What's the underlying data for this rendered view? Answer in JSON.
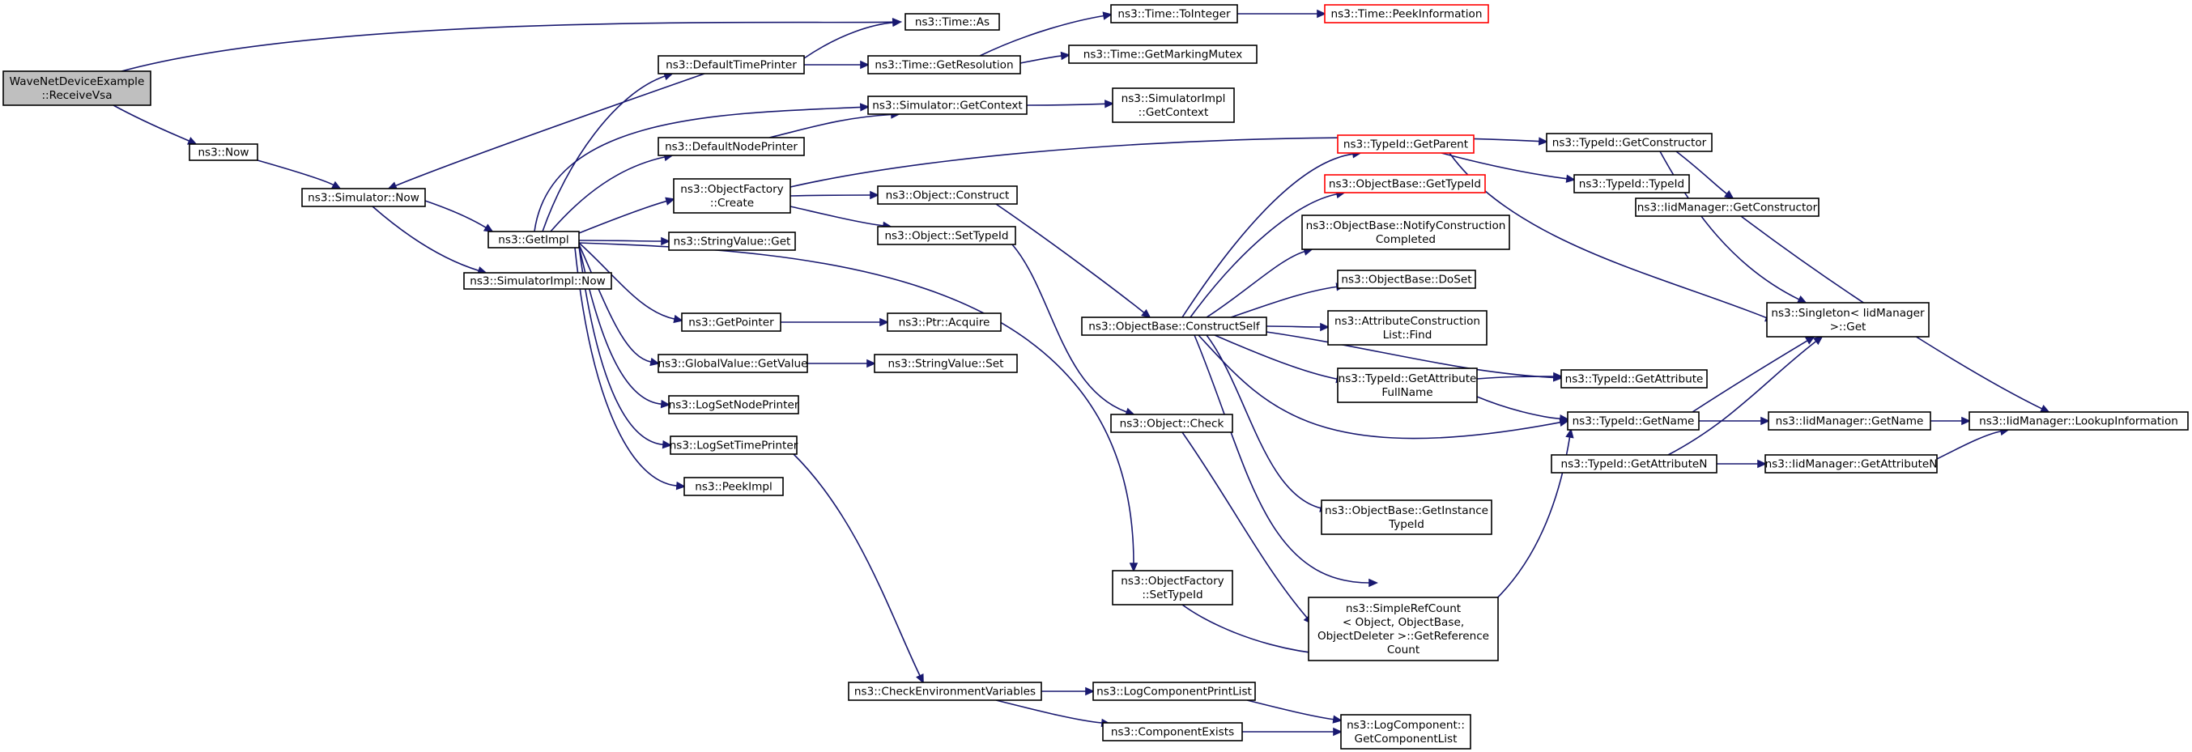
{
  "nodes": [
    {
      "id": "n0",
      "lines": [
        "WaveNetDeviceExample",
        "::ReceiveVsa"
      ],
      "style": "root"
    },
    {
      "id": "n1",
      "lines": [
        "ns3::Time::As"
      ]
    },
    {
      "id": "n2",
      "lines": [
        "ns3::Now"
      ]
    },
    {
      "id": "n3",
      "lines": [
        "ns3::Simulator::Now"
      ]
    },
    {
      "id": "n4",
      "lines": [
        "ns3::GetImpl"
      ]
    },
    {
      "id": "n5",
      "lines": [
        "ns3::SimulatorImpl::Now"
      ]
    },
    {
      "id": "n6",
      "lines": [
        "ns3::DefaultTimePrinter"
      ]
    },
    {
      "id": "n7",
      "lines": [
        "ns3::DefaultNodePrinter"
      ]
    },
    {
      "id": "n8",
      "lines": [
        "ns3::ObjectFactory",
        "::Create"
      ]
    },
    {
      "id": "n9",
      "lines": [
        "ns3::StringValue::Get"
      ]
    },
    {
      "id": "n10",
      "lines": [
        "ns3::GetPointer"
      ]
    },
    {
      "id": "n11",
      "lines": [
        "ns3::GlobalValue::GetValue"
      ]
    },
    {
      "id": "n12",
      "lines": [
        "ns3::LogSetNodePrinter"
      ]
    },
    {
      "id": "n13",
      "lines": [
        "ns3::LogSetTimePrinter"
      ]
    },
    {
      "id": "n14",
      "lines": [
        "ns3::PeekImpl"
      ]
    },
    {
      "id": "n15",
      "lines": [
        "ns3::Time::GetResolution"
      ]
    },
    {
      "id": "n16",
      "lines": [
        "ns3::Simulator::GetContext"
      ]
    },
    {
      "id": "n17",
      "lines": [
        "ns3::Object::Construct"
      ]
    },
    {
      "id": "n18",
      "lines": [
        "ns3::Object::SetTypeId"
      ]
    },
    {
      "id": "n19",
      "lines": [
        "ns3::Ptr::Acquire"
      ]
    },
    {
      "id": "n20",
      "lines": [
        "ns3::StringValue::Set"
      ]
    },
    {
      "id": "n21",
      "lines": [
        "ns3::CheckEnvironmentVariables"
      ]
    },
    {
      "id": "n22",
      "lines": [
        "ns3::Time::ToInteger"
      ]
    },
    {
      "id": "n23",
      "lines": [
        "ns3::Time::GetMarkingMutex"
      ]
    },
    {
      "id": "n24",
      "lines": [
        "ns3::SimulatorImpl",
        "::GetContext"
      ]
    },
    {
      "id": "n25",
      "lines": [
        "ns3::ObjectBase::ConstructSelf"
      ]
    },
    {
      "id": "n26",
      "lines": [
        "ns3::Object::Check"
      ]
    },
    {
      "id": "n27",
      "lines": [
        "ns3::ObjectFactory",
        "::SetTypeId"
      ]
    },
    {
      "id": "n28",
      "lines": [
        "ns3::LogComponentPrintList"
      ]
    },
    {
      "id": "n29",
      "lines": [
        "ns3::ComponentExists"
      ]
    },
    {
      "id": "n30",
      "lines": [
        "ns3::Time::PeekInformation"
      ],
      "style": "red"
    },
    {
      "id": "n31",
      "lines": [
        "ns3::TypeId::GetParent"
      ],
      "style": "red"
    },
    {
      "id": "n32",
      "lines": [
        "ns3::ObjectBase::GetTypeId"
      ],
      "style": "red"
    },
    {
      "id": "n33",
      "lines": [
        "ns3::ObjectBase::NotifyConstruction",
        "Completed"
      ]
    },
    {
      "id": "n34",
      "lines": [
        "ns3::ObjectBase::DoSet"
      ]
    },
    {
      "id": "n35",
      "lines": [
        "ns3::AttributeConstruction",
        "List::Find"
      ]
    },
    {
      "id": "n36",
      "lines": [
        "ns3::TypeId::GetAttribute",
        "FullName"
      ]
    },
    {
      "id": "n37",
      "lines": [
        "ns3::ObjectBase::GetInstance",
        "TypeId"
      ]
    },
    {
      "id": "n38",
      "lines": [
        "ns3::SimpleRefCount",
        "< Object, ObjectBase,",
        " ObjectDeleter >::GetReference",
        "Count"
      ]
    },
    {
      "id": "n39",
      "lines": [
        "ns3::LogComponent::",
        "GetComponentList"
      ]
    },
    {
      "id": "n40",
      "lines": [
        "ns3::TypeId::GetConstructor"
      ]
    },
    {
      "id": "n41",
      "lines": [
        "ns3::TypeId::TypeId"
      ]
    },
    {
      "id": "n42",
      "lines": [
        "ns3::TypeId::GetAttribute"
      ]
    },
    {
      "id": "n43",
      "lines": [
        "ns3::TypeId::GetName"
      ]
    },
    {
      "id": "n44",
      "lines": [
        "ns3::TypeId::GetAttributeN"
      ]
    },
    {
      "id": "n45",
      "lines": [
        "ns3::IidManager::GetConstructor"
      ]
    },
    {
      "id": "n46",
      "lines": [
        "ns3::Singleton< IidManager",
        " >::Get"
      ]
    },
    {
      "id": "n47",
      "lines": [
        "ns3::IidManager::GetName"
      ]
    },
    {
      "id": "n48",
      "lines": [
        "ns3::IidManager::GetAttributeN"
      ]
    },
    {
      "id": "n49",
      "lines": [
        "ns3::IidManager::LookupInformation"
      ]
    }
  ],
  "edges": [
    [
      "n0",
      "n1"
    ],
    [
      "n0",
      "n2"
    ],
    [
      "n2",
      "n3"
    ],
    [
      "n3",
      "n4"
    ],
    [
      "n3",
      "n5"
    ],
    [
      "n4",
      "n6"
    ],
    [
      "n4",
      "n7"
    ],
    [
      "n4",
      "n8"
    ],
    [
      "n4",
      "n9"
    ],
    [
      "n4",
      "n10"
    ],
    [
      "n4",
      "n11"
    ],
    [
      "n4",
      "n12"
    ],
    [
      "n4",
      "n13"
    ],
    [
      "n4",
      "n14"
    ],
    [
      "n4",
      "n16"
    ],
    [
      "n4",
      "n27"
    ],
    [
      "n6",
      "n1"
    ],
    [
      "n6",
      "n3"
    ],
    [
      "n6",
      "n15"
    ],
    [
      "n15",
      "n22"
    ],
    [
      "n15",
      "n23"
    ],
    [
      "n22",
      "n30"
    ],
    [
      "n7",
      "n16"
    ],
    [
      "n16",
      "n24"
    ],
    [
      "n8",
      "n17"
    ],
    [
      "n8",
      "n18"
    ],
    [
      "n8",
      "n40"
    ],
    [
      "n10",
      "n19"
    ],
    [
      "n11",
      "n20"
    ],
    [
      "n13",
      "n21"
    ],
    [
      "n17",
      "n25"
    ],
    [
      "n18",
      "n26"
    ],
    [
      "n25",
      "n31"
    ],
    [
      "n25",
      "n32"
    ],
    [
      "n25",
      "n33"
    ],
    [
      "n25",
      "n34"
    ],
    [
      "n25",
      "n35"
    ],
    [
      "n25",
      "n36"
    ],
    [
      "n25",
      "n37"
    ],
    [
      "n25",
      "n42"
    ],
    [
      "n25",
      "n43"
    ],
    [
      "n25",
      "n44"
    ],
    [
      "n26",
      "n38"
    ],
    [
      "n27",
      "n43"
    ],
    [
      "n21",
      "n28"
    ],
    [
      "n21",
      "n29"
    ],
    [
      "n28",
      "n39"
    ],
    [
      "n29",
      "n39"
    ],
    [
      "n31",
      "n41"
    ],
    [
      "n31",
      "n46"
    ],
    [
      "n36",
      "n42"
    ],
    [
      "n36",
      "n43"
    ],
    [
      "n40",
      "n45"
    ],
    [
      "n40",
      "n46"
    ],
    [
      "n43",
      "n46"
    ],
    [
      "n43",
      "n47"
    ],
    [
      "n44",
      "n46"
    ],
    [
      "n44",
      "n48"
    ],
    [
      "n45",
      "n49"
    ],
    [
      "n47",
      "n49"
    ],
    [
      "n48",
      "n49"
    ]
  ]
}
